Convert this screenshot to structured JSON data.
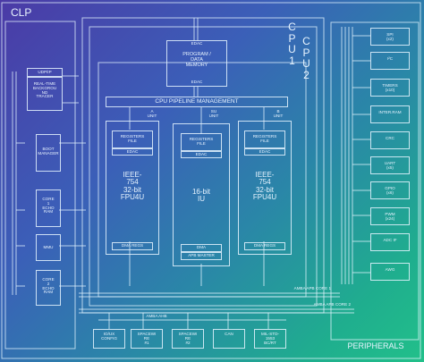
{
  "clp": {
    "title": "CLP"
  },
  "cpu": {
    "cpu1": "CPU1",
    "cpu2": "CPU2"
  },
  "program_memory": {
    "edac_top": "EDAC",
    "label": "PROGRAM /\nDATA\nMEMORY",
    "edac_bottom": "EDAC"
  },
  "pipeline": {
    "label": "CPU PIPELINE MANAGEMENT"
  },
  "units": {
    "a": {
      "label": "A\nUNIT",
      "regs": "REGISTERS\nFILE",
      "edac": "EDAC",
      "core": "IEEE-\n754\n32-bit\nFPU4U",
      "dma": "DMA REGS"
    },
    "su": {
      "label": "SU\nUNIT",
      "regs": "REGISTERS\nFILE",
      "edac": "EDAC",
      "core": "16-bit\nIU",
      "dma": "DMA",
      "apb": "APB MASTER"
    },
    "b": {
      "label": "B\nUNIT",
      "regs": "REGISTERS\nFILE",
      "edac": "EDAC",
      "core": "IEEE-\n754\n32-bit\nFPU4U",
      "dma": "DMA REGS"
    }
  },
  "left_blocks": {
    "udp": "UDP/IP",
    "tracer": "REAL-TIME\nBACKGROU\nND\nTRACER",
    "boot": "BOOT\nMANAGER",
    "core1": "CORE\n1\nECHO\nRAM",
    "mmu": "MMU",
    "core2": "CORE\n2\nECHO\nRAM"
  },
  "peripherals": {
    "title": "PERIPHERALS",
    "items": [
      "SPI\n(x2)",
      "I²C",
      "TIMERS\n(x10)",
      "INTER.RAM",
      "CRC",
      "UART\n(x5)",
      "GPIO\n(x6)",
      "PWM\n(x24)",
      "ADC IF",
      "AWG"
    ]
  },
  "bottom_blocks": [
    "IO/UX\nCONFIG",
    "SPACEWI\nRE\n#1",
    "SPACEWI\nRE\n#2",
    "CAN",
    "MIL-STD-\n1553\nBC/RT"
  ],
  "buses": {
    "apb1": "AMBA APB CORE 1",
    "apb2": "AMBA APB CORE 2",
    "ahb": "AMBA AHB"
  }
}
